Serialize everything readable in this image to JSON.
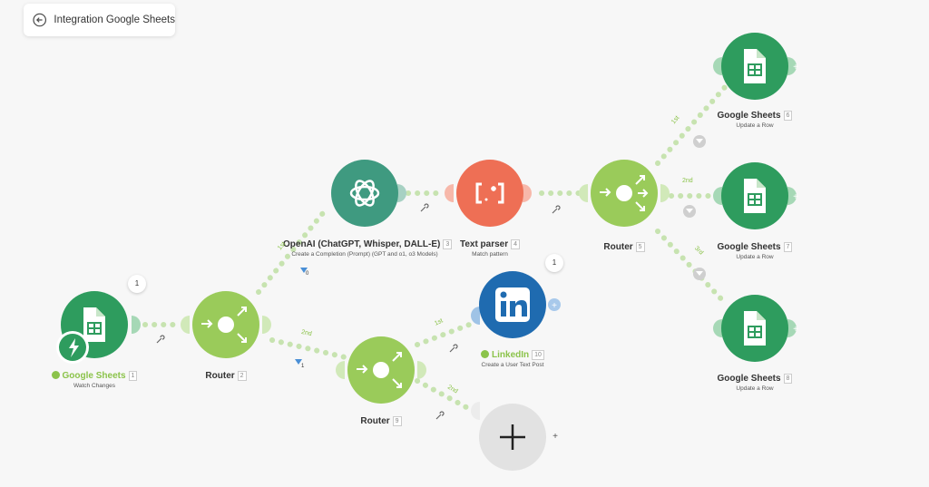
{
  "header": {
    "title": "Integration Google Sheets",
    "back_icon": "arrow-left-icon"
  },
  "modules": [
    {
      "title": "Google Sheets",
      "index": "1",
      "subtitle": "Watch Changes",
      "status": "ok",
      "icon": "google-sheets-icon",
      "badge_icon": "lightning-icon"
    },
    {
      "title": "Router",
      "index": "2",
      "icon": "router-icon"
    },
    {
      "title": "OpenAI (ChatGPT, Whisper, DALL-E)",
      "index": "3",
      "subtitle": "Create a Completion (Prompt) (GPT and o1, o3 Models)",
      "icon": "openai-icon"
    },
    {
      "title": "Text parser",
      "index": "4",
      "subtitle": "Match pattern",
      "icon": "text-parser-icon"
    },
    {
      "title": "Router",
      "index": "5",
      "icon": "router-icon"
    },
    {
      "title": "Google Sheets",
      "index": "6",
      "subtitle": "Update a Row",
      "icon": "google-sheets-icon"
    },
    {
      "title": "Google Sheets",
      "index": "7",
      "subtitle": "Update a Row",
      "icon": "google-sheets-icon"
    },
    {
      "title": "Google Sheets",
      "index": "8",
      "subtitle": "Update a Row",
      "icon": "google-sheets-icon"
    },
    {
      "title": "Router",
      "index": "9",
      "icon": "router-icon"
    },
    {
      "title": "LinkedIn",
      "index": "10",
      "subtitle": "Create a User Text Post",
      "status": "ok",
      "icon": "linkedin-icon"
    }
  ],
  "routes": {
    "r1": "1st",
    "r2": "2nd",
    "r3": "3rd"
  },
  "counters": {
    "sheets_ops": "1",
    "linkedin_ops": "1"
  },
  "filters": {
    "openai_filter": "0",
    "router9_filter": "1"
  },
  "colors": {
    "sheets": "#2e9c5e",
    "router": "#9acb5a",
    "openai": "#3f9a80",
    "parser": "#ee6f55",
    "linkedin": "#1f6bb0",
    "placeholder": "#e2e2e2",
    "check": "#8bc34a"
  }
}
